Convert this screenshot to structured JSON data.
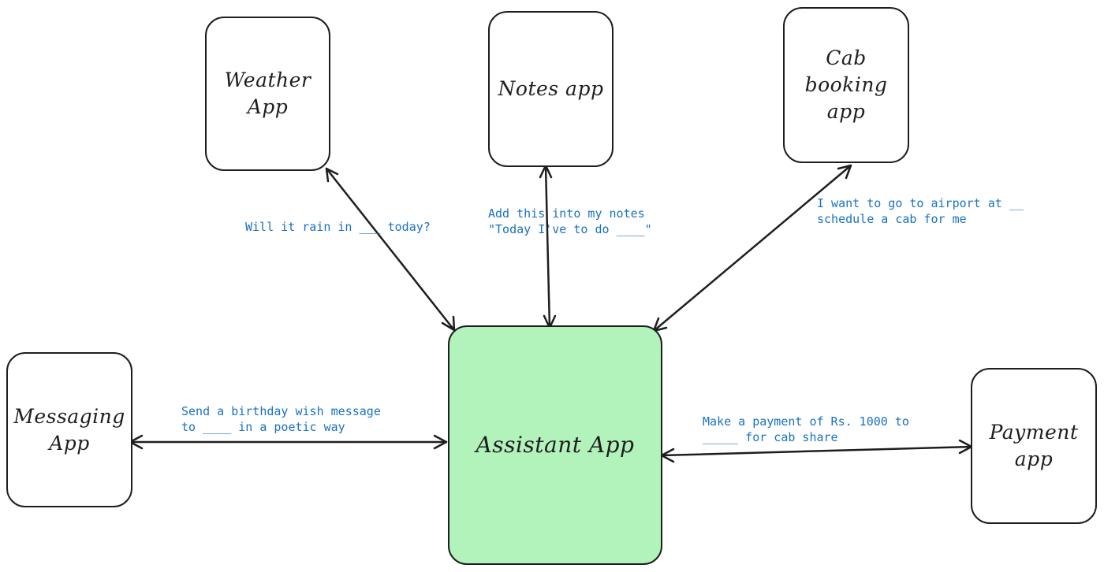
{
  "colors": {
    "stroke": "#1e1e1e",
    "assistant_fill": "#b2f2bb",
    "annotation_text": "#1971c2",
    "background": "#ffffff"
  },
  "nodes": {
    "weather": {
      "label": "Weather\nApp"
    },
    "notes": {
      "label": "Notes app"
    },
    "cab": {
      "label": "Cab booking\napp"
    },
    "messaging": {
      "label": "Messaging\nApp"
    },
    "assistant": {
      "label": "Assistant App"
    },
    "payment": {
      "label": "Payment\napp"
    }
  },
  "edges": {
    "weather": {
      "label": "Will it rain in ___ today?",
      "bidirectional": true
    },
    "notes": {
      "label": "Add this into my notes\n\"Today I've to do ____\"",
      "bidirectional": true
    },
    "cab": {
      "label": "I want to go to airport at __\nschedule a cab for me",
      "bidirectional": true
    },
    "messaging": {
      "label": "Send a birthday wish message\nto ____ in a poetic way",
      "bidirectional": true
    },
    "payment": {
      "label": "Make a payment of Rs. 1000 to\n_____ for cab share",
      "bidirectional": true
    }
  }
}
